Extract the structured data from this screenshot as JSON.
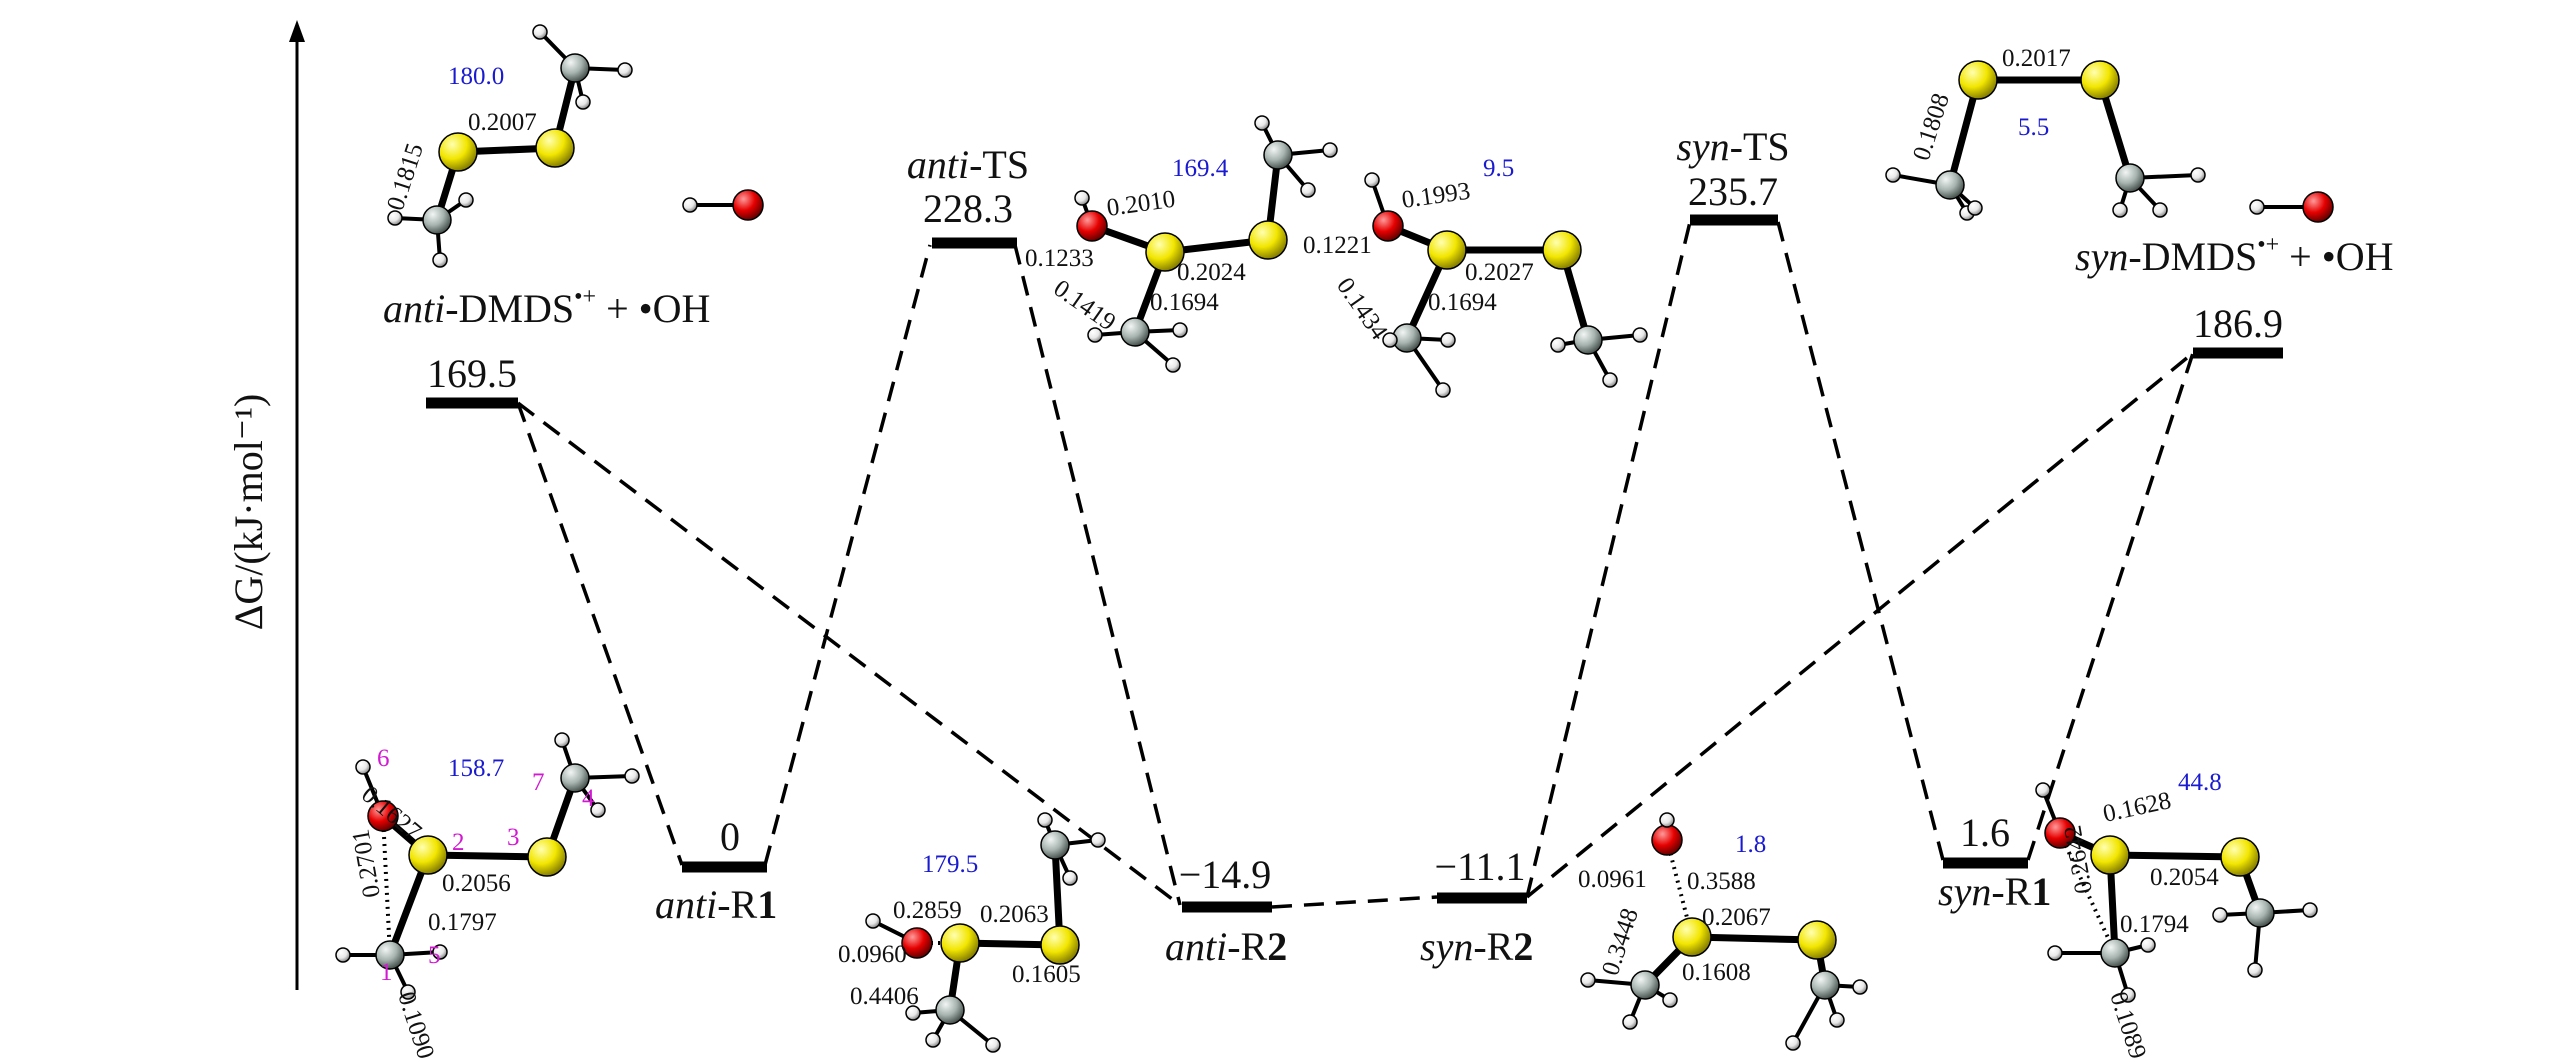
{
  "axis": {
    "ylabel": "ΔG/(kJ·mol⁻¹)"
  },
  "colors": {
    "sulfur": "#f2e600",
    "oxygen": "#e60000",
    "carbon": "#a7b4b0",
    "hydrogen": "#ffffff",
    "blue": "#1a1ad0",
    "magenta": "#d11ad1"
  },
  "levels": [
    {
      "id": "anti-react",
      "value": "169.5",
      "label_pre": "anti",
      "label_post": "-DMDS",
      "label_sup": "•+",
      "label_tail": " + •OH"
    },
    {
      "id": "anti-r1",
      "value": "0",
      "label_pre": "anti",
      "label_post": "-R",
      "label_bold": "1"
    },
    {
      "id": "anti-ts",
      "value": "228.3",
      "label_pre": "anti",
      "label_post": "-TS"
    },
    {
      "id": "anti-r2",
      "value": "−14.9",
      "label_pre": "anti",
      "label_post": "-R",
      "label_bold": "2"
    },
    {
      "id": "syn-r2",
      "value": "−11.1",
      "label_pre": "syn",
      "label_post": "-R",
      "label_bold": "2"
    },
    {
      "id": "syn-ts",
      "value": "235.7",
      "label_pre": "syn",
      "label_post": "-TS"
    },
    {
      "id": "syn-r1",
      "value": "1.6",
      "label_pre": "syn",
      "label_post": "-R",
      "label_bold": "1"
    },
    {
      "id": "syn-react",
      "value": "186.9",
      "label_pre": "syn",
      "label_post": "-DMDS",
      "label_sup": "•+",
      "label_tail": " + •OH"
    }
  ],
  "structures": {
    "anti_react": {
      "dihedral": "180.0",
      "ss": "0.2007",
      "sc": "0.1815"
    },
    "syn_react": {
      "dihedral": "5.5",
      "ss": "0.2017",
      "sc": "0.1808"
    },
    "anti_ts": {
      "dihedral": "169.4",
      "os": "0.2010",
      "oh": "0.1233",
      "hc": "0.1419",
      "sc": "0.1694",
      "ss": "0.2024"
    },
    "syn_ts": {
      "dihedral": "9.5",
      "os": "0.1993",
      "oh": "0.1221",
      "hc": "0.1434",
      "sc": "0.1694",
      "ss": "0.2027"
    },
    "anti_r1": {
      "dihedral": "158.7",
      "os": "0.1627",
      "oc": "0.2701",
      "ss": "0.2056",
      "sc": "0.1797",
      "ch": "0.1090",
      "n1": "1",
      "n2": "2",
      "n3": "3",
      "n4": "4",
      "n5": "5",
      "n6": "6",
      "n7": "7"
    },
    "anti_r2": {
      "dihedral": "179.5",
      "os": "0.2859",
      "ss": "0.2063",
      "oh": "0.0960",
      "hc": "0.4406",
      "sc": "0.1605"
    },
    "syn_r2": {
      "dihedral": "1.8",
      "oh": "0.0961",
      "os": "0.3588",
      "hc": "0.3448",
      "ss": "0.2067",
      "sc": "0.1608"
    },
    "syn_r1": {
      "dihedral": "44.8",
      "os": "0.1628",
      "oc": "0.2642",
      "ss": "0.2054",
      "sc": "0.1794",
      "ch": "0.1089"
    }
  }
}
